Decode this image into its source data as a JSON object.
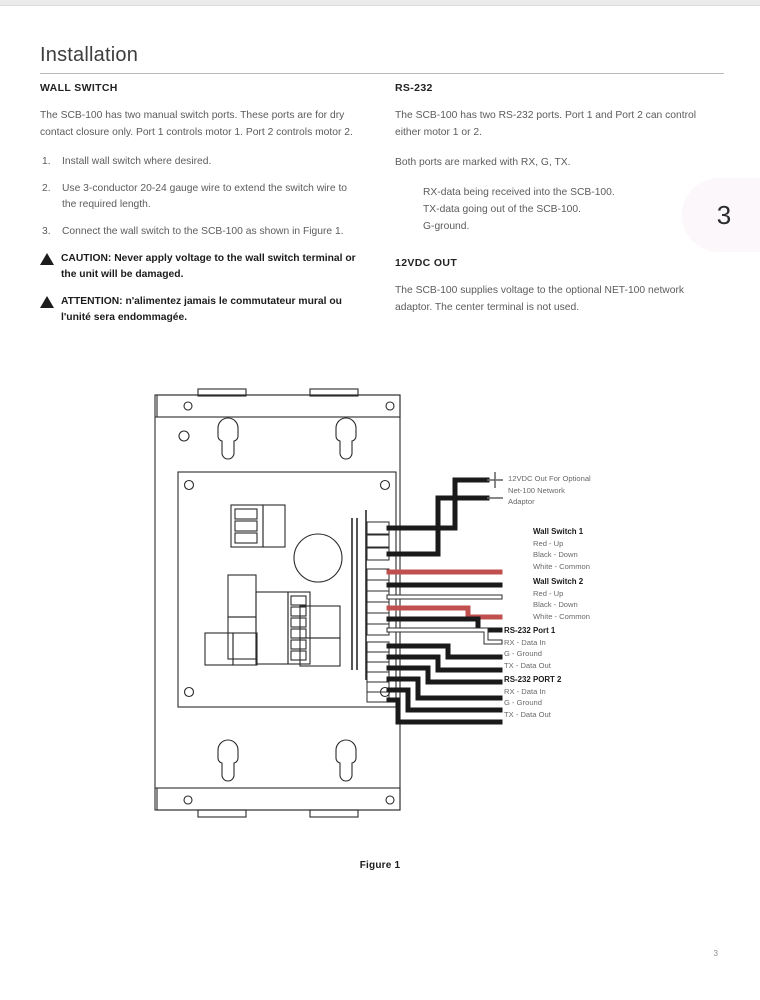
{
  "document": {
    "title": "Installation",
    "chapter_tab": "3",
    "page_number": "3"
  },
  "left_column": {
    "section_heading": "WALL SWITCH",
    "intro": "The SCB-100 has two manual switch ports. These ports are for dry contact closure only. Port 1 controls motor 1. Port 2 controls motor 2.",
    "steps": [
      "Install wall switch where desired.",
      "Use 3-conductor 20-24 gauge wire to extend the switch wire to the required length.",
      "Connect the wall switch to the SCB-100 as shown in Figure 1."
    ],
    "notices": [
      "CAUTION: Never apply voltage to the wall switch terminal or the unit will be damaged.",
      "ATTENTION: n'alimentez jamais le commutateur mural ou l'unité sera endommagée."
    ]
  },
  "right_column": {
    "rs232": {
      "heading": "RS-232",
      "paragraph_1": "The SCB-100 has two RS-232 ports. Port 1 and Port 2 can control either motor 1 or 2.",
      "paragraph_2": "Both ports are marked with RX, G, TX.",
      "definitions": [
        "RX-data being received into the SCB-100.",
        "TX-data going out of the SCB-100.",
        "G-ground."
      ]
    },
    "vdc": {
      "heading": "12VDC OUT",
      "paragraph": "The SCB-100 supplies voltage to the optional NET-100 network adaptor. The center terminal is not used."
    }
  },
  "figure": {
    "caption": "Figure 1",
    "power_label_lines": [
      "12VDC Out For Optional",
      "Net-100 Network",
      "Adaptor"
    ],
    "power_symbols": [
      "+",
      "–"
    ],
    "groups": [
      {
        "heading": "Wall Switch 1",
        "wires": [
          {
            "label": "Red - Up",
            "color": "#c0504d"
          },
          {
            "label": "Black - Down",
            "color": "#1a1a1a"
          },
          {
            "label": "White - Common",
            "color": "#ffffff"
          }
        ]
      },
      {
        "heading": "Wall Switch 2",
        "wires": [
          {
            "label": "Red - Up",
            "color": "#c0504d"
          },
          {
            "label": "Black - Down",
            "color": "#1a1a1a"
          },
          {
            "label": "White - Common",
            "color": "#ffffff"
          }
        ]
      },
      {
        "heading": "RS-232 Port 1",
        "wires": [
          {
            "label": "RX - Data In",
            "color": "#1a1a1a"
          },
          {
            "label": "G - Ground",
            "color": "#1a1a1a"
          },
          {
            "label": "TX - Data Out",
            "color": "#1a1a1a"
          }
        ]
      },
      {
        "heading": "RS-232 PORT 2",
        "wires": [
          {
            "label": "RX - Data In",
            "color": "#1a1a1a"
          },
          {
            "label": "G - Ground",
            "color": "#1a1a1a"
          },
          {
            "label": "TX - Data Out",
            "color": "#1a1a1a"
          }
        ]
      }
    ]
  },
  "colors": {
    "red_wire": "#c0504d",
    "black_wire": "#1a1a1a",
    "body_text": "#5c5c5c",
    "heading_text": "#222222",
    "tab_bg": "#fbf7fa"
  }
}
